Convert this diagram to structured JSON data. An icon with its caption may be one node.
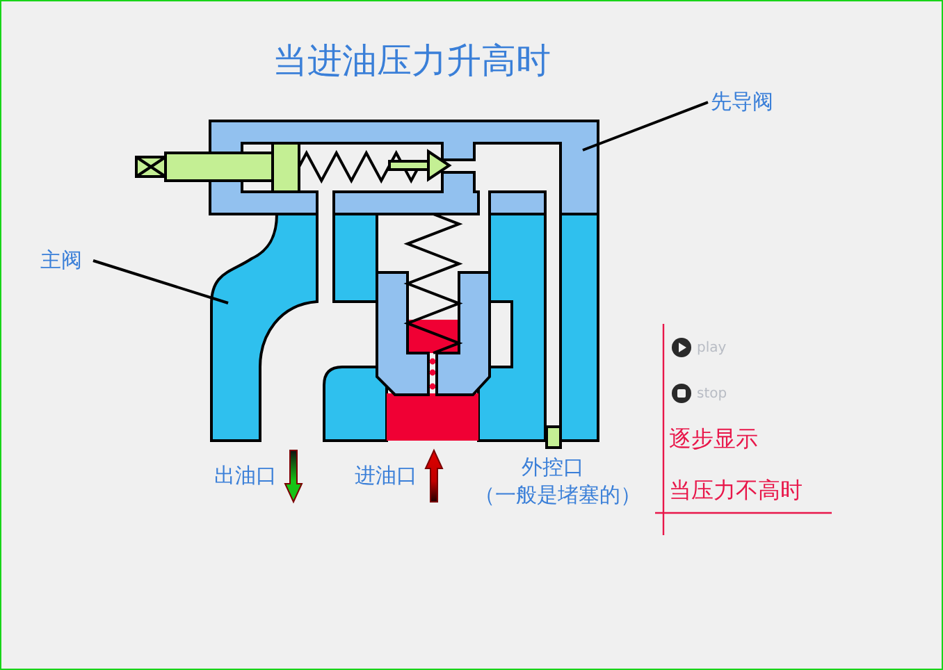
{
  "diagram": {
    "title": "当进油压力升高时",
    "nodes": [
      {
        "text": [
          "主阀"
        ]
      },
      {
        "text": [
          "先导阀"
        ]
      },
      {
        "text": [],
        "shape": "picture"
      },
      {
        "text": [],
        "shape": "picture"
      }
    ],
    "edges": [
      {
        "from": 0,
        "to": 3,
        "arrow": "none"
      },
      {
        "from": 1,
        "to": 2,
        "arrow": "none"
      }
    ],
    "labels": [
      "出油口",
      "进油口",
      "外控口",
      "（一般是堵塞的）",
      "play",
      "stop",
      "逐步显示",
      "当压力不高时"
    ]
  }
}
